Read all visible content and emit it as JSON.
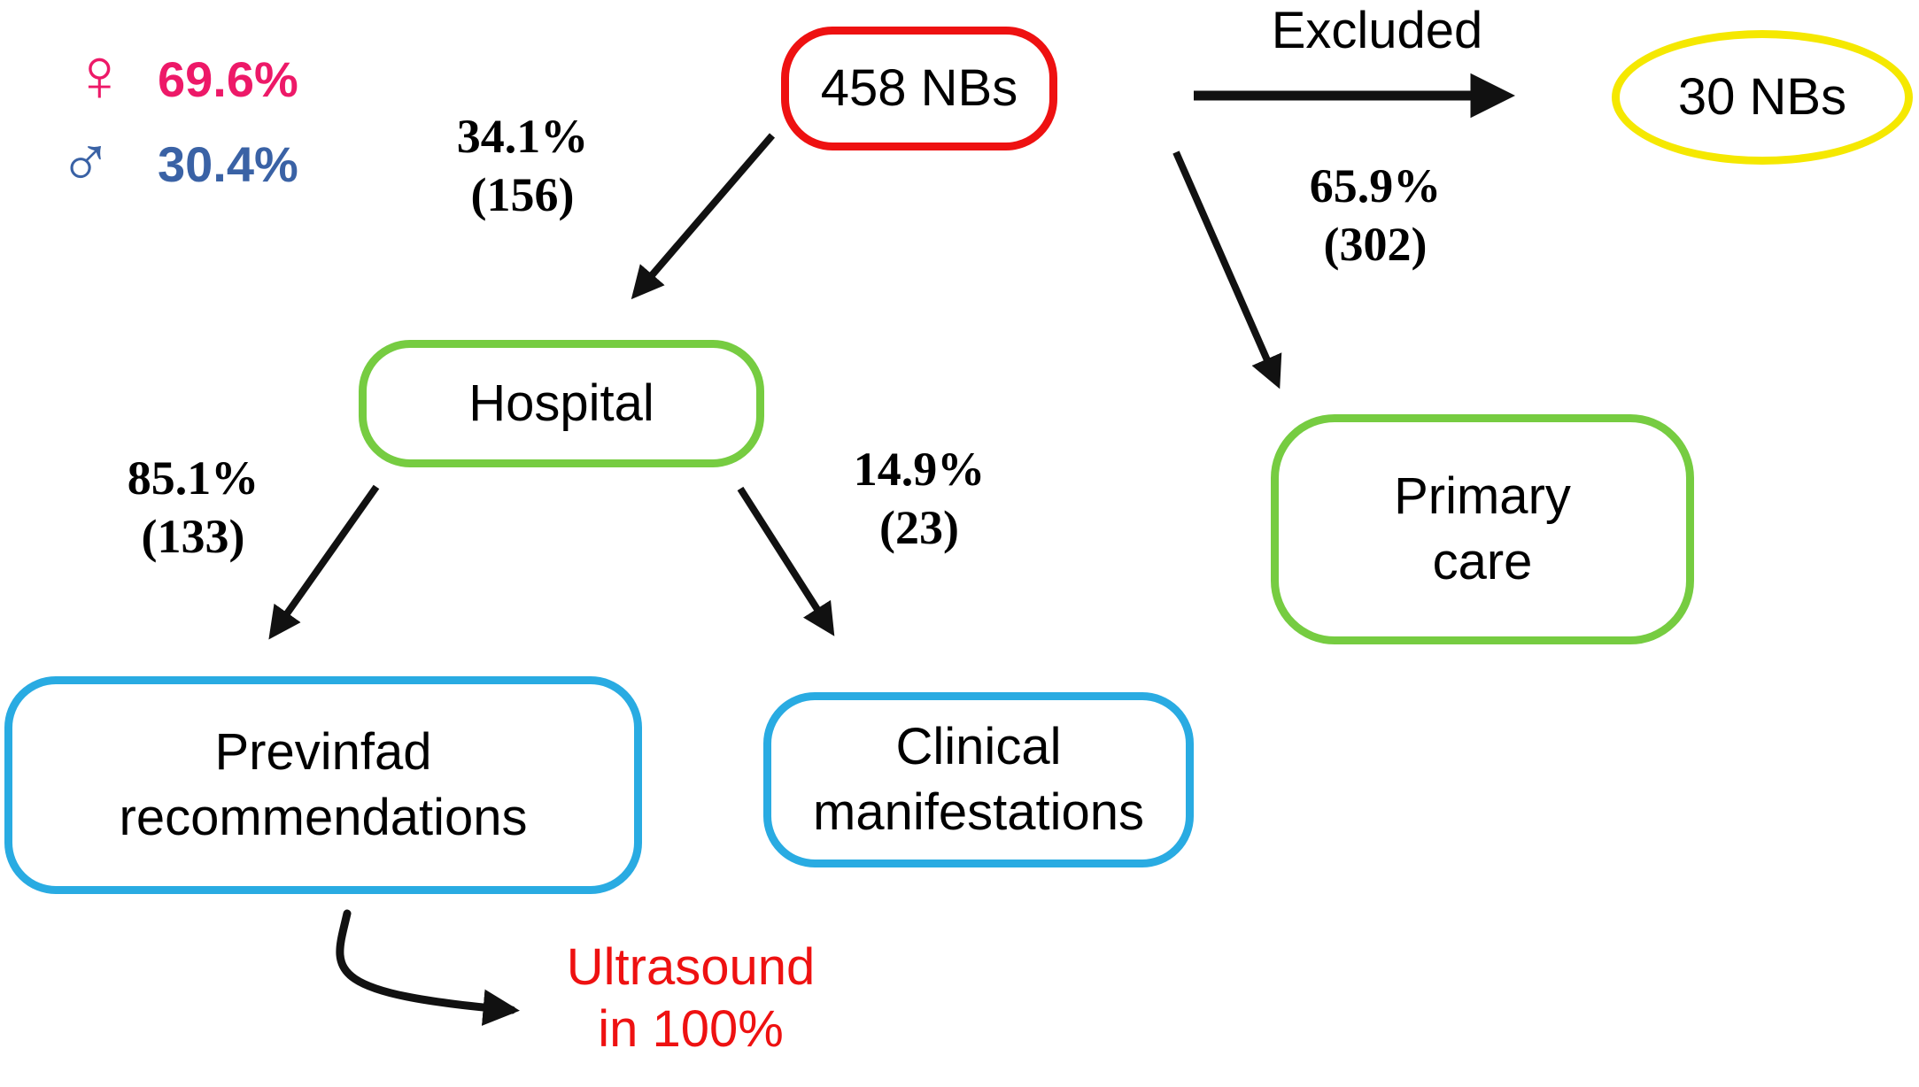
{
  "legend": {
    "female": {
      "symbol": "♀",
      "value": "69.6%"
    },
    "male": {
      "symbol": "♂",
      "value": "30.4%"
    }
  },
  "nodes": {
    "total": {
      "label": "458 NBs"
    },
    "excluded": {
      "label": "30 NBs"
    },
    "hospital": {
      "label": "Hospital"
    },
    "primary": {
      "line1": "Primary",
      "line2": "care"
    },
    "previnfad": {
      "line1": "Previnfad",
      "line2": "recommendations"
    },
    "clinical": {
      "line1": "Clinical",
      "line2": "manifestations"
    }
  },
  "edges": {
    "excluded_label": "Excluded",
    "to_hospital": {
      "percent": "34.1%",
      "count": "(156)"
    },
    "to_primary": {
      "percent": "65.9%",
      "count": "(302)"
    },
    "to_previnfad": {
      "percent": "85.1%",
      "count": "(133)"
    },
    "to_clinical": {
      "percent": "14.9%",
      "count": "(23)"
    }
  },
  "note": {
    "line1": "Ultrasound",
    "line2": "in 100%"
  },
  "colors": {
    "red": "#ee1111",
    "yellow": "#f5e800",
    "green": "#76cc41",
    "blue": "#29abe2",
    "female": "#ed1968",
    "male": "#3a62a5",
    "note": "#ee1111",
    "arrow": "#111111"
  }
}
